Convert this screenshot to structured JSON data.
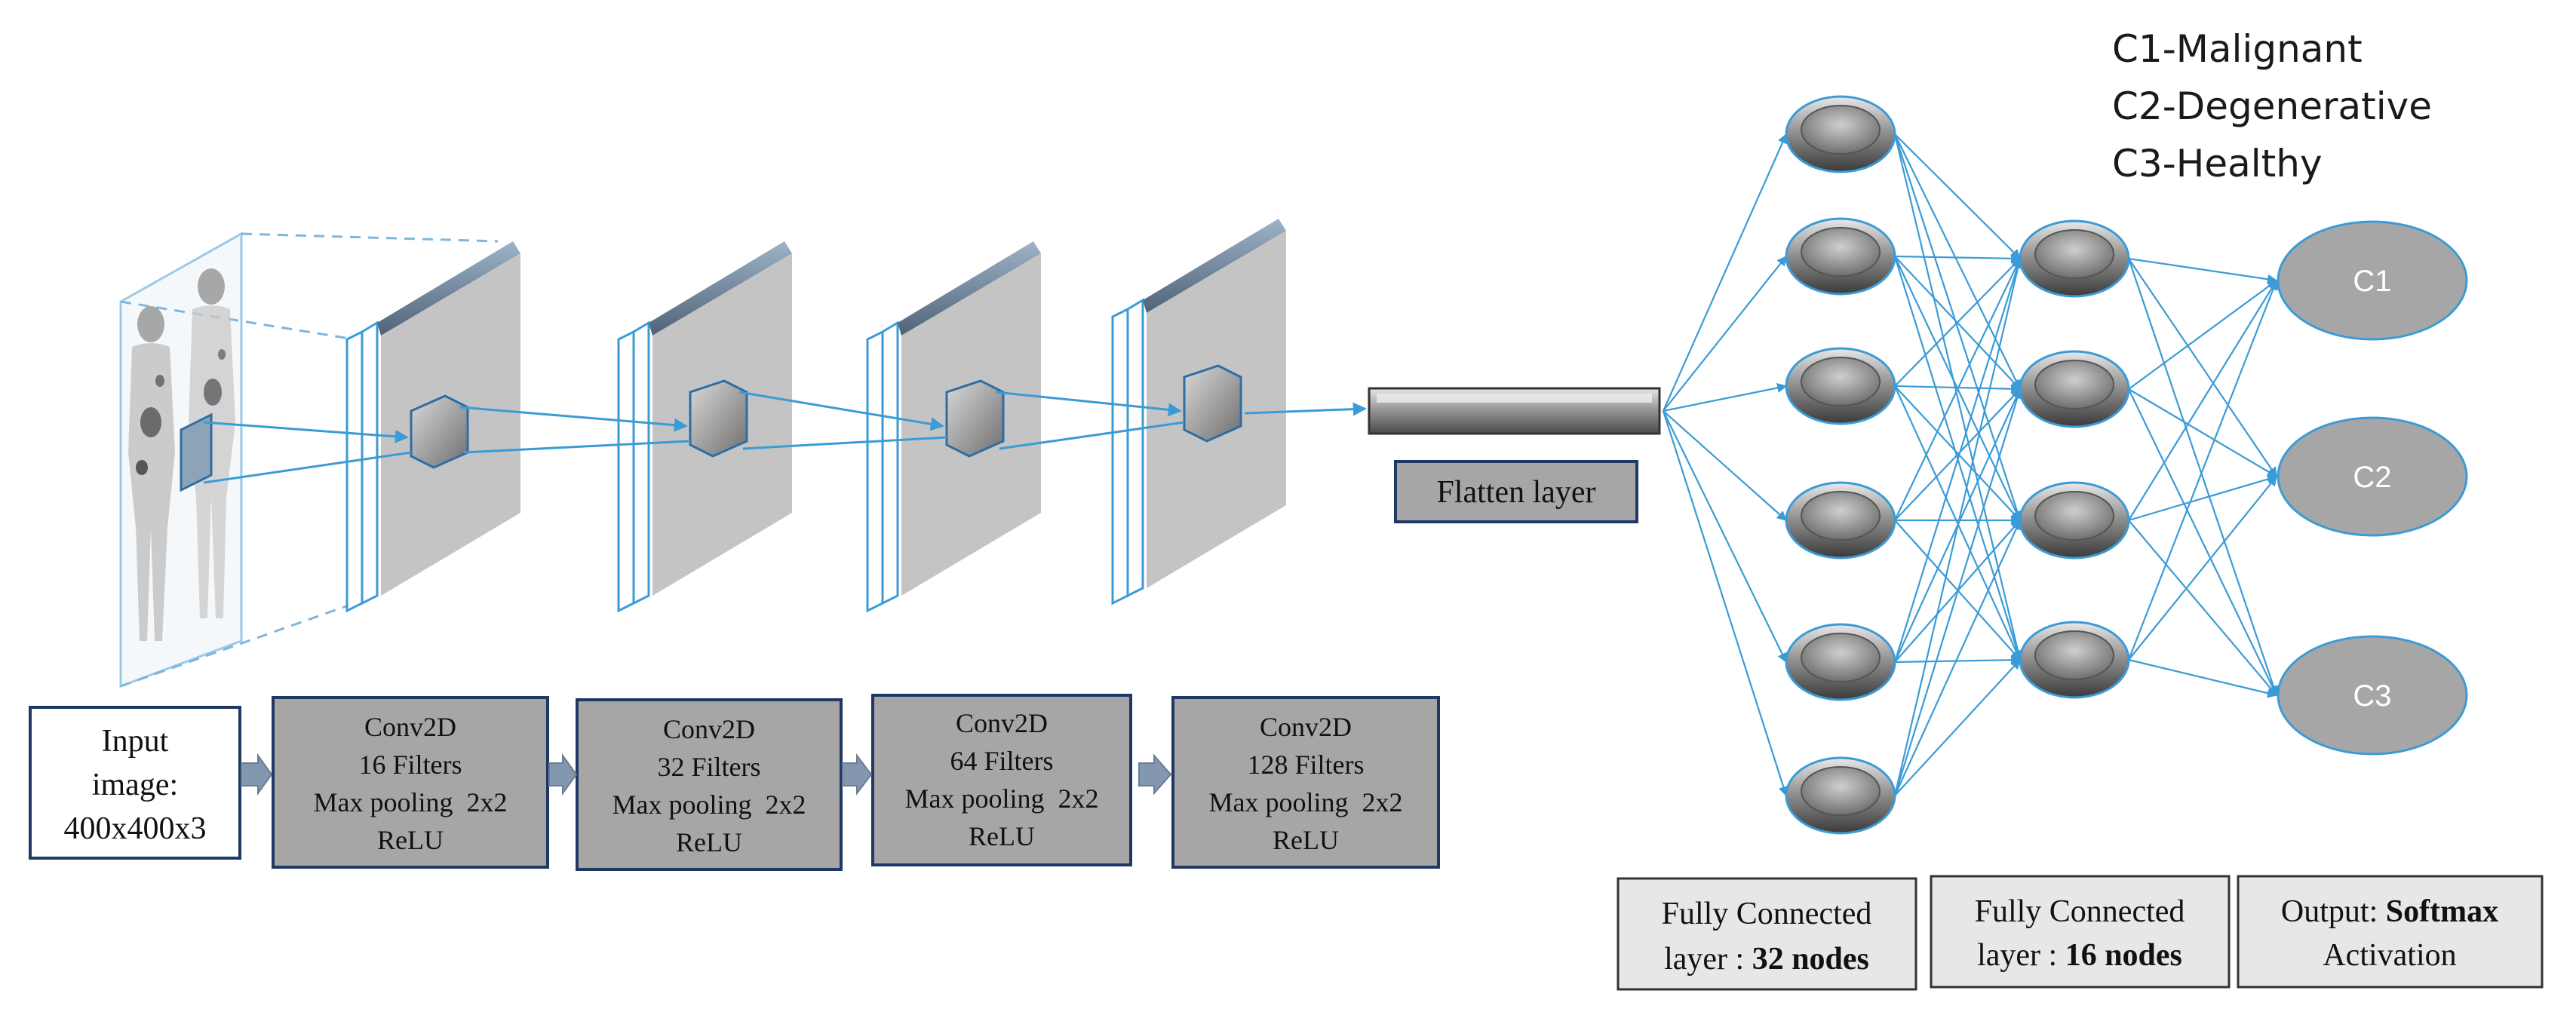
{
  "legend": {
    "c1": "C1-Malignant",
    "c2": "C2-Degenerative",
    "c3": "C3-Healthy"
  },
  "input_box": {
    "line1": "Input",
    "line2": "image:",
    "line3": "400x400x3"
  },
  "conv_blocks": [
    {
      "title": "Conv2D",
      "filters": "16 Filters",
      "pool": "Max pooling  2x2",
      "act": "ReLU"
    },
    {
      "title": "Conv2D",
      "filters": "32 Filters",
      "pool": "Max pooling  2x2",
      "act": "ReLU"
    },
    {
      "title": "Conv2D",
      "filters": "64 Filters",
      "pool": "Max pooling  2x2",
      "act": "ReLU"
    },
    {
      "title": "Conv2D",
      "filters": "128 Filters",
      "pool": "Max pooling  2x2",
      "act": "ReLU"
    }
  ],
  "flatten": {
    "label": "Flatten layer"
  },
  "fc1": {
    "line1": "Fully Connected",
    "line2_prefix": "layer : ",
    "line2_bold": "32 nodes"
  },
  "fc2": {
    "line1": "Fully Connected",
    "line2_prefix": "layer : ",
    "line2_bold": "16 nodes"
  },
  "output": {
    "line1_prefix": "Output: ",
    "line1_bold": "Softmax",
    "line2": "Activation"
  },
  "output_nodes": [
    "C1",
    "C2",
    "C3"
  ],
  "colors": {
    "conv_box_fill": "#a6a6a6",
    "box_border": "#1f3864",
    "line_blue": "#3b9bd6",
    "output_node_fill": "#a6a6a6",
    "panel_fill": "#e7e7e7"
  }
}
